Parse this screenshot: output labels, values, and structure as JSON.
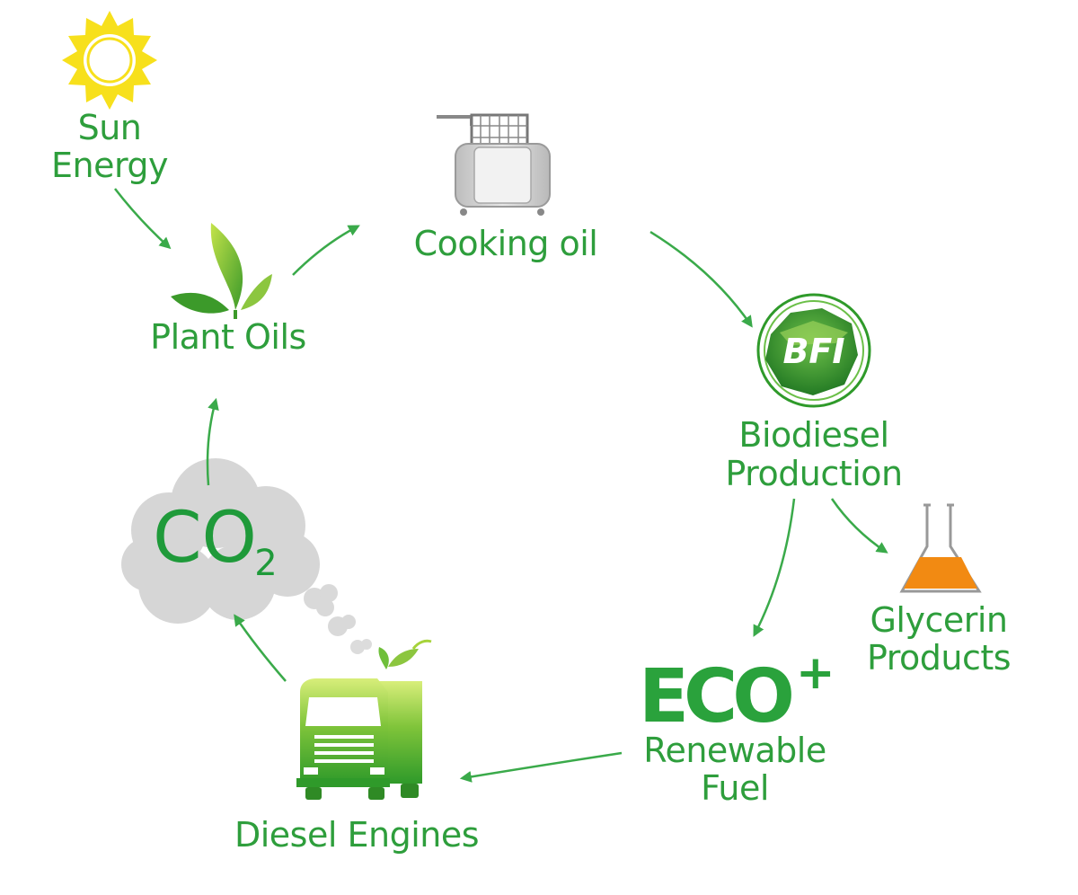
{
  "colors": {
    "label_green": "#2e9e3c",
    "arrow_green": "#3aaa4a",
    "leaf_light": "#a6d33a",
    "leaf_dark": "#3c9a2a",
    "sun_yellow": "#f7e01c",
    "cloud_gray": "#d6d6d6",
    "fryer_gray": "#cfcfcf",
    "glycerin_orange": "#f28a12",
    "bfi_dark": "#2f8f2a"
  },
  "nodes": {
    "sun": {
      "line1": "Sun",
      "line2": "Energy",
      "icon": "sun-icon"
    },
    "plant": {
      "label": "Plant Oils",
      "icon": "leaf-icon"
    },
    "cooking": {
      "label": "Cooking oil",
      "icon": "fryer-icon"
    },
    "biodiesel": {
      "line1": "Biodiesel",
      "line2": "Production",
      "icon": "bfi-logo",
      "logo_text": "BFI"
    },
    "glycerin": {
      "line1": "Glycerin",
      "line2": "Products",
      "icon": "flask-icon"
    },
    "eco": {
      "logo_text": "ECO",
      "logo_plus": "+",
      "line1": "Renewable",
      "line2": "Fuel"
    },
    "diesel": {
      "label": "Diesel Engines",
      "icon": "truck-icon"
    },
    "co2": {
      "main": "CO",
      "sub": "2",
      "icon": "cloud-icon"
    }
  }
}
